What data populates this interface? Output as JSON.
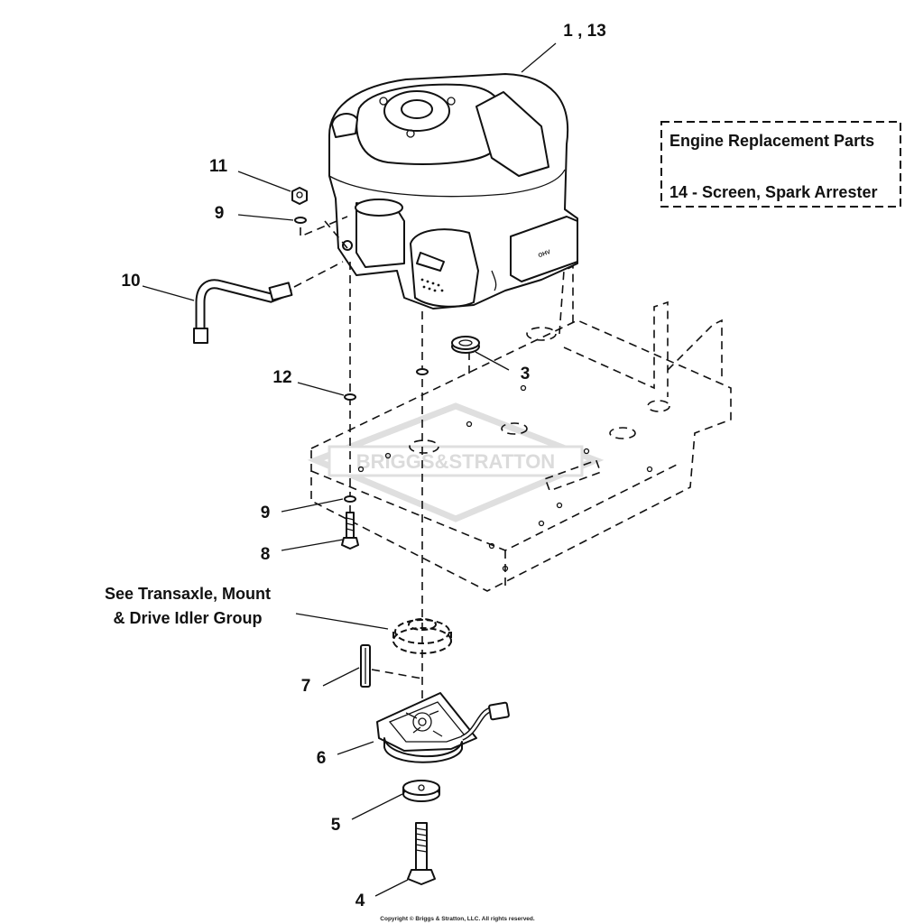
{
  "diagram": {
    "callouts": {
      "c1_13": "1 , 13",
      "c11": "11",
      "c9_top": "9",
      "c10": "10",
      "c3": "3",
      "c12": "12",
      "c9_bottom": "9",
      "c8": "8",
      "c7": "7",
      "c6": "6",
      "c5": "5",
      "c4": "4"
    },
    "reference_note": {
      "line1": "See Transaxle, Mount",
      "line2": "& Drive Idler Group"
    },
    "replacement_box": {
      "title": "Engine Replacement Parts",
      "item": "14 - Screen, Spark Arrester"
    },
    "watermark": "BRIGGS&STRATTON",
    "engine_badge": "OHV",
    "copyright": "Copyright © Briggs & Stratton, LLC. All rights reserved."
  }
}
